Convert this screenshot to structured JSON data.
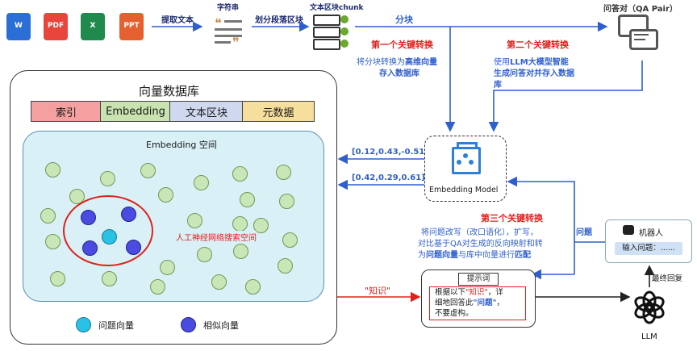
{
  "top_row": {
    "file_icons": [
      {
        "label": "W",
        "color": "#2b6fd6"
      },
      {
        "label": "PDF",
        "color": "#e8453c"
      },
      {
        "label": "X",
        "color": "#1f8a4c"
      },
      {
        "label": "PPT",
        "color": "#e4612f"
      }
    ],
    "extract_text": "提取文本",
    "string_label": "字符串",
    "split_paragraph": "划分段落区块",
    "chunk_label": "文本区块chunk",
    "split_label": "分块",
    "qa_label": "问答对（QA Pair）"
  },
  "transforms": {
    "first_title": "第一个关键转换",
    "first_desc_1": "将分块转换为",
    "first_desc_1b": "高维向量",
    "first_desc_2": "存入数据库",
    "second_title": "第二个关键转换",
    "second_desc_1": "使用",
    "second_desc_1b": "LLM大模型智能",
    "second_desc_2": "生成问答对并存入数据",
    "second_desc_3": "库",
    "third_title": "第三个关键转换",
    "third_desc_1": "将问题改写（改口语化），扩写，",
    "third_desc_2": "对比基于QA对生成的反向映射和转",
    "third_desc_3a": "为",
    "third_desc_3b": "问题向量",
    "third_desc_3c": "与库中向量进行",
    "third_desc_3d": "匹配"
  },
  "vector_db": {
    "title": "向量数据库",
    "headers": [
      {
        "label": "索引",
        "color": "#f4a0a0"
      },
      {
        "label": "Embedding",
        "color": "#c8e2b0"
      },
      {
        "label": "文本区块",
        "color": "#cfd8ee"
      },
      {
        "label": "元数据",
        "color": "#f6df9c"
      }
    ],
    "space_label": "Embedding 空间",
    "search_label": "人工神经网络搜索空间",
    "legend_query": "问题向量",
    "legend_similar": "相似向量"
  },
  "vectors": {
    "v1": "[0.12,0.43,-0.51]",
    "v2": "[0.42,0.29,0.61]"
  },
  "embedding_model": "Embedding Model",
  "question_label": "问题",
  "robot": {
    "name": "机器人",
    "input_label": "输入问题：......"
  },
  "final_reply": "最终回复",
  "prompt": {
    "title": "提示词",
    "line1a": "根据以下",
    "line1b": "\"知识\"",
    "line1c": "，详",
    "line2a": "细地回答此",
    "line2b": "\"问题\"",
    "line2c": "，",
    "line3": "不要虚构。"
  },
  "knowledge_label": "\"知识\"",
  "llm_label": "LLM",
  "colors": {
    "accent_blue": "#2f5fcf",
    "accent_red": "#e0201a",
    "space_bg": "#d9f0f7",
    "green_dot": "#c9e6b6",
    "blue_dot": "#4a4be0",
    "cyan_dot": "#29c2e4"
  }
}
